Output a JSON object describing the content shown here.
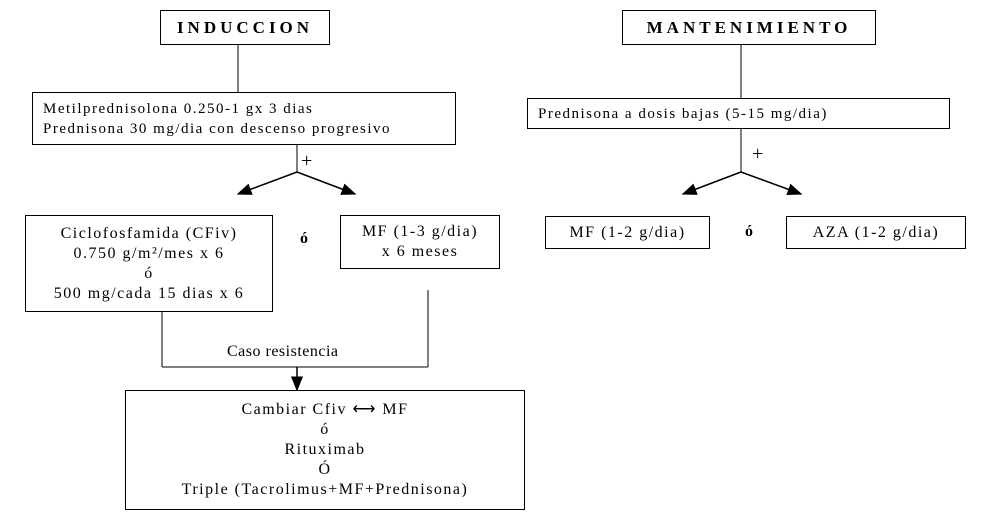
{
  "induccion": {
    "title": "INDUCCION",
    "initial": [
      "Metilprednisolona 0.250-1 gx 3 dias",
      "Prednisona 30 mg/dia con descenso progresivo"
    ],
    "plus": "+",
    "option_a": [
      "Ciclofosfamida (CFiv)",
      "0.750 g/m²/mes x 6",
      "ó",
      "500 mg/cada 15 dias x 6"
    ],
    "or": "ó",
    "option_b": [
      "MF (1-3 g/dia)",
      "x 6 meses"
    ],
    "resistance_label": "Caso resistencia",
    "resistance_options": [
      "Cambiar Cfiv ⟷ MF",
      "ó",
      "Rituximab",
      "Ó",
      "Triple (Tacrolimus+MF+Prednisona)"
    ]
  },
  "mantenimiento": {
    "title": "MANTENIMIENTO",
    "initial": "Prednisona a dosis bajas (5-15 mg/dia)",
    "plus": "+",
    "option_a": "MF (1-2 g/dia)",
    "or": "ó",
    "option_b": "AZA (1-2 g/dia)"
  }
}
